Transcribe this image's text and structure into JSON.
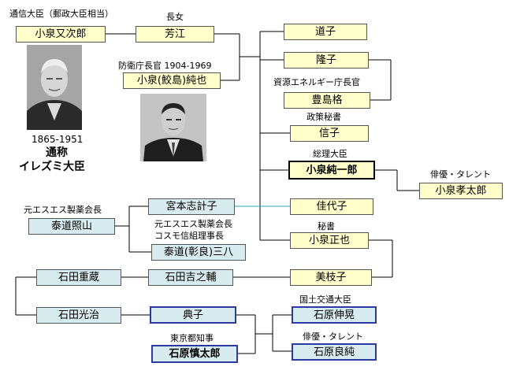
{
  "people": {
    "matajiro": "小泉又次郎",
    "yoshie": "芳江",
    "junya": "小泉(鮫島)純也",
    "michiko": "道子",
    "takako": "隆子",
    "toyoshima": "豊島格",
    "nobuko": "信子",
    "junichiro": "小泉純一郎",
    "kotaro": "小泉孝太郎",
    "shikeko": "宮本志計子",
    "kayoko": "佳代子",
    "shozan": "泰道照山",
    "sanpachi": "泰道(彰良)三八",
    "masaya": "小泉正也",
    "shigezo": "石田重蔵",
    "kichinosuke": "石田吉之輔",
    "mieko": "美枝子",
    "mitsuji": "石田光治",
    "noriko": "典子",
    "shintaro": "石原慎太郎",
    "nobuteru": "石原伸晃",
    "yoshizumi": "石原良純"
  },
  "labels": {
    "matajiro_title": "通信大臣（郵政大臣相当）",
    "yoshie_role": "長女",
    "junya_title": "防衛庁長官  1904-1969",
    "toyoshima_title": "資源エネルギー庁長官",
    "nobuko_title": "政策秘書",
    "junichiro_title": "総理大臣",
    "kotaro_title": "俳優・タレント",
    "shozan_title": "元エスエス製薬会長",
    "sanpachi_title_1": "元エスエス製薬会長",
    "sanpachi_title_2": "コスモ信組理事長",
    "masaya_title": "秘書",
    "nobuteru_title": "国土交通大臣",
    "yoshizumi_title": "俳優・タレント",
    "shintaro_title": "東京都知事",
    "matajiro_years": "1865-1951",
    "matajiro_nick_1": "通称",
    "matajiro_nick_2": "イレズミ大臣"
  },
  "colors": {
    "box_yellow": "#ffffcc",
    "box_cyan": "#d8ecf0",
    "border_blue": "#2a3aa0",
    "line_teal": "#2aa8b8"
  }
}
